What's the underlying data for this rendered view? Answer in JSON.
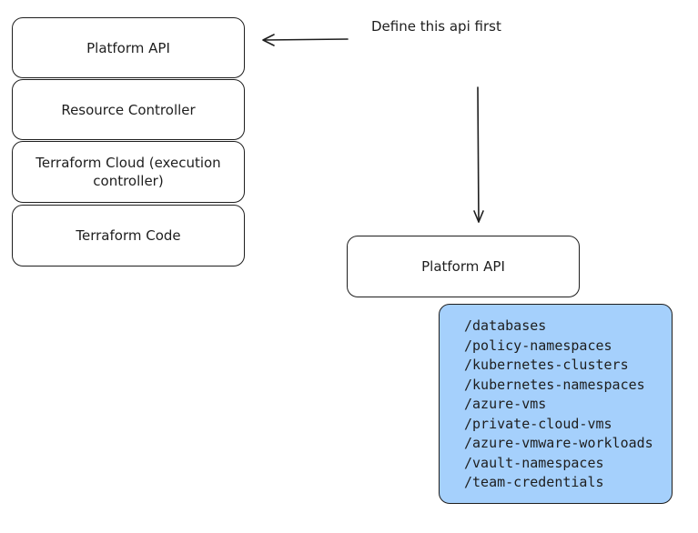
{
  "stack": {
    "layers": [
      "Platform API",
      "Resource Controller",
      "Terraform Cloud (execution controller)",
      "Terraform Code"
    ]
  },
  "annotation": {
    "text": "Define this api first"
  },
  "api_box": {
    "label": "Platform API"
  },
  "endpoints": [
    "/databases",
    "/policy-namespaces",
    "/kubernetes-clusters",
    "/kubernetes-namespaces",
    "/azure-vms",
    "/private-cloud-vms",
    "/azure-vmware-workloads",
    "/vault-namespaces",
    "/team-credentials"
  ],
  "colors": {
    "stroke": "#1e1e1e",
    "endpoint_fill": "#a5d0fc",
    "background": "#ffffff"
  }
}
